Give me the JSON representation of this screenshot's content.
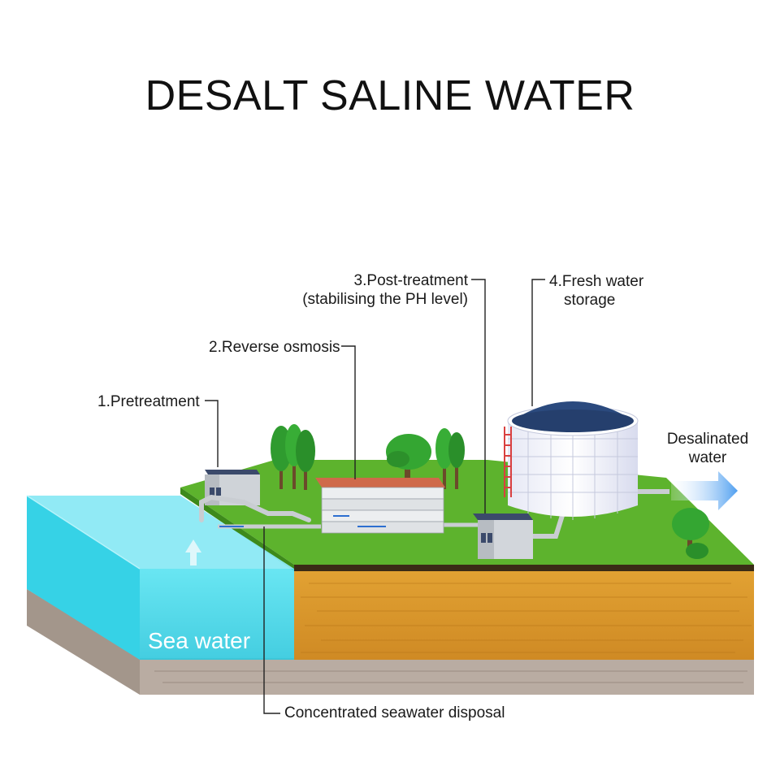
{
  "title": "DESALT SALINE WATER",
  "labels": {
    "pretreatment": "1.Pretreatment",
    "reverse_osmosis": "2.Reverse osmosis",
    "post_treatment_line1": "3.Post-treatment",
    "post_treatment_line2": "(stabilising the PH level)",
    "fresh_storage_line1": "4.Fresh water",
    "fresh_storage_line2": "storage",
    "desalinated_line1": "Desalinated",
    "desalinated_line2": "water",
    "sea_water": "Sea water",
    "disposal": "Concentrated seawater disposal"
  },
  "colors": {
    "grass": "#5bb02c",
    "grass_edge": "#3f8f1c",
    "soil": "#d9962e",
    "bedrock": "#b8aba0",
    "water": "#40d8ea",
    "tank_roof": "#2b4a7e",
    "arrow": "#5aa6f0"
  }
}
